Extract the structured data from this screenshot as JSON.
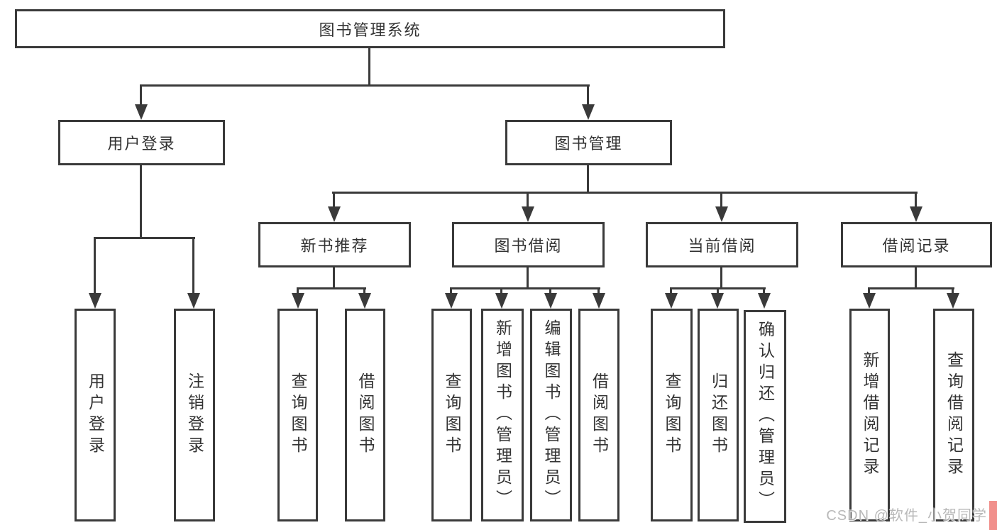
{
  "nodes": {
    "root": "图书管理系统",
    "user_login": "用户登录",
    "book_management": "图书管理",
    "new_book_recommend": "新书推荐",
    "book_borrow": "图书借阅",
    "current_borrow": "当前借阅",
    "borrow_records": "借阅记录",
    "leaf_user_login": "用户登录",
    "leaf_logout": "注销登录",
    "recommend_query_book": "查询图书",
    "recommend_borrow_book": "借阅图书",
    "borrow_query_book": "查询图书",
    "borrow_add_book_admin": "新增图书（管理员）",
    "borrow_edit_book_admin": "编辑图书（管理员）",
    "borrow_borrow_book": "借阅图书",
    "current_query_book": "查询图书",
    "current_return_book": "归还图书",
    "current_confirm_return_admin": "确认归还（管理员）",
    "records_add_record": "新增借阅记录",
    "records_query_record": "查询借阅记录"
  },
  "watermark": {
    "text": "CSDN @软件_小贺同学"
  },
  "colors": {
    "line": "#3a3a3a",
    "text": "#333333",
    "watermark": "#b3b3b3",
    "accent_strip": "#f1908c"
  }
}
